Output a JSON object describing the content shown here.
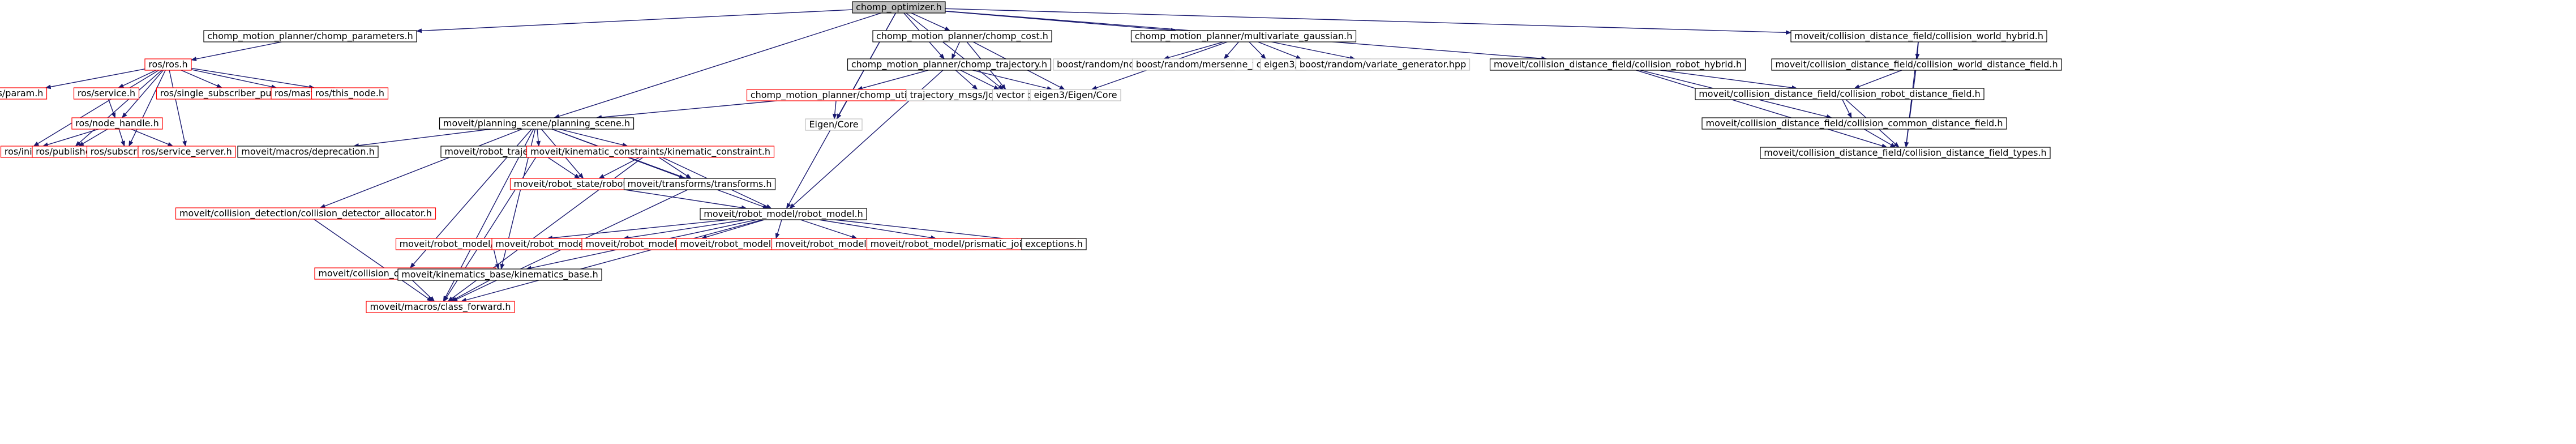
{
  "colors": {
    "edge": "#191970",
    "root_fill": "#bfbfbf",
    "normal_border": "#000000",
    "missing_border": "#ff0000",
    "external_border": "#bfbfbf",
    "text": "#000000"
  },
  "graph": {
    "nodes": [
      {
        "id": "root",
        "label": "chomp_optimizer.h",
        "style": "root"
      },
      {
        "id": "params",
        "label": "chomp_motion_planner/chomp_parameters.h",
        "style": "normal"
      },
      {
        "id": "ros",
        "label": "ros/ros.h",
        "style": "missing"
      },
      {
        "id": "param",
        "label": "ros/param.h",
        "style": "missing"
      },
      {
        "id": "service",
        "label": "ros/service.h",
        "style": "missing"
      },
      {
        "id": "nodehandle",
        "label": "ros/node_handle.h",
        "style": "missing"
      },
      {
        "id": "init",
        "label": "ros/init.h",
        "style": "missing"
      },
      {
        "id": "publisher",
        "label": "ros/publisher.h",
        "style": "missing"
      },
      {
        "id": "subscriber",
        "label": "ros/subscriber.h",
        "style": "missing"
      },
      {
        "id": "servicesrv",
        "label": "ros/service_server.h",
        "style": "missing"
      },
      {
        "id": "ssp",
        "label": "ros/single_subscriber_publisher.h",
        "style": "missing"
      },
      {
        "id": "master",
        "label": "ros/master.h",
        "style": "missing"
      },
      {
        "id": "thisnode",
        "label": "ros/this_node.h",
        "style": "missing"
      },
      {
        "id": "cost",
        "label": "chomp_motion_planner/chomp_cost.h",
        "style": "normal"
      },
      {
        "id": "traj",
        "label": "chomp_motion_planner/chomp_trajectory.h",
        "style": "normal"
      },
      {
        "id": "utils",
        "label": "chomp_motion_planner/chomp_utils.h",
        "style": "missing"
      },
      {
        "id": "eigencore1",
        "label": "Eigen/Core",
        "style": "external"
      },
      {
        "id": "jointtraj",
        "label": "trajectory_msgs/JointTrajectory.h",
        "style": "external"
      },
      {
        "id": "vector",
        "label": "vector",
        "style": "external"
      },
      {
        "id": "eigencore2",
        "label": "eigen3/Eigen/Core",
        "style": "external"
      },
      {
        "id": "gauss",
        "label": "chomp_motion_planner/multivariate_gaussian.h",
        "style": "normal"
      },
      {
        "id": "normaldist",
        "label": "boost/random/normal_distribution.hpp",
        "style": "external"
      },
      {
        "id": "mersenne",
        "label": "boost/random/mersenne_twister.hpp",
        "style": "external"
      },
      {
        "id": "cstdlib",
        "label": "cstdlib",
        "style": "external"
      },
      {
        "id": "cholesky",
        "label": "eigen3/Eigen/Cholesky",
        "style": "external"
      },
      {
        "id": "vargen",
        "label": "boost/random/variate_generator.hpp",
        "style": "external"
      },
      {
        "id": "cdfrh",
        "label": "moveit/collision_distance_field/collision_robot_hybrid.h",
        "style": "normal"
      },
      {
        "id": "cdfwh",
        "label": "moveit/collision_distance_field/collision_world_hybrid.h",
        "style": "normal"
      },
      {
        "id": "cdfwdf",
        "label": "moveit/collision_distance_field/collision_world_distance_field.h",
        "style": "normal"
      },
      {
        "id": "cdfrdf",
        "label": "moveit/collision_distance_field/collision_robot_distance_field.h",
        "style": "normal"
      },
      {
        "id": "cdfcdf",
        "label": "moveit/collision_distance_field/collision_common_distance_field.h",
        "style": "normal"
      },
      {
        "id": "cdftypes",
        "label": "moveit/collision_distance_field/collision_distance_field_types.h",
        "style": "normal"
      },
      {
        "id": "pscene",
        "label": "moveit/planning_scene/planning_scene.h",
        "style": "normal"
      },
      {
        "id": "deprec",
        "label": "moveit/macros/deprecation.h",
        "style": "normal"
      },
      {
        "id": "rtraj",
        "label": "moveit/robot_trajectory/robot_trajectory.h",
        "style": "normal"
      },
      {
        "id": "kincon",
        "label": "moveit/kinematic_constraints/kinematic_constraint.h",
        "style": "missing"
      },
      {
        "id": "rstate",
        "label": "moveit/robot_state/robot_state.h",
        "style": "missing"
      },
      {
        "id": "transforms",
        "label": "moveit/transforms/transforms.h",
        "style": "normal"
      },
      {
        "id": "cdalloc",
        "label": "moveit/collision_detection/collision_detector_allocator.h",
        "style": "missing"
      },
      {
        "id": "rmodel",
        "label": "moveit/robot_model/robot_model.h",
        "style": "normal"
      },
      {
        "id": "jmg",
        "label": "moveit/robot_model/joint_model_group.h",
        "style": "missing"
      },
      {
        "id": "fjm",
        "label": "moveit/robot_model/fixed_joint_model.h",
        "style": "missing"
      },
      {
        "id": "flm",
        "label": "moveit/robot_model/floating_joint_model.h",
        "style": "missing"
      },
      {
        "id": "pjm",
        "label": "moveit/robot_model/planar_joint_model.h",
        "style": "missing"
      },
      {
        "id": "rjm",
        "label": "moveit/robot_model/revolute_joint_model.h",
        "style": "missing"
      },
      {
        "id": "prjm",
        "label": "moveit/robot_model/prismatic_joint_model.h",
        "style": "missing"
      },
      {
        "id": "exceptions",
        "label": "exceptions.h",
        "style": "normal"
      },
      {
        "id": "worlddiff",
        "label": "moveit/collision_detection/world_diff.h",
        "style": "missing"
      },
      {
        "id": "kinbase",
        "label": "moveit/kinematics_base/kinematics_base.h",
        "style": "normal"
      },
      {
        "id": "classfwd",
        "label": "moveit/macros/class_forward.h",
        "style": "missing"
      }
    ],
    "edges": [
      [
        "root",
        "params"
      ],
      [
        "root",
        "cost"
      ],
      [
        "root",
        "traj"
      ],
      [
        "root",
        "gauss"
      ],
      [
        "root",
        "cdfrh"
      ],
      [
        "root",
        "cdfwh"
      ],
      [
        "root",
        "pscene"
      ],
      [
        "root",
        "eigencore1"
      ],
      [
        "root",
        "vector"
      ],
      [
        "root",
        "rmodel"
      ],
      [
        "params",
        "ros"
      ],
      [
        "ros",
        "param"
      ],
      [
        "ros",
        "service"
      ],
      [
        "ros",
        "nodehandle"
      ],
      [
        "ros",
        "init"
      ],
      [
        "ros",
        "publisher"
      ],
      [
        "ros",
        "subscriber"
      ],
      [
        "ros",
        "servicesrv"
      ],
      [
        "ros",
        "ssp"
      ],
      [
        "ros",
        "master"
      ],
      [
        "ros",
        "thisnode"
      ],
      [
        "service",
        "nodehandle"
      ],
      [
        "nodehandle",
        "init"
      ],
      [
        "nodehandle",
        "publisher"
      ],
      [
        "nodehandle",
        "subscriber"
      ],
      [
        "nodehandle",
        "servicesrv"
      ],
      [
        "cost",
        "traj"
      ],
      [
        "cost",
        "vector"
      ],
      [
        "cost",
        "eigencore2"
      ],
      [
        "traj",
        "utils"
      ],
      [
        "traj",
        "jointtraj"
      ],
      [
        "traj",
        "vector"
      ],
      [
        "traj",
        "eigencore2"
      ],
      [
        "traj",
        "rmodel"
      ],
      [
        "utils",
        "pscene"
      ],
      [
        "utils",
        "eigencore1"
      ],
      [
        "gauss",
        "eigencore2"
      ],
      [
        "gauss",
        "normaldist"
      ],
      [
        "gauss",
        "mersenne"
      ],
      [
        "gauss",
        "cstdlib"
      ],
      [
        "gauss",
        "cholesky"
      ],
      [
        "gauss",
        "vargen"
      ],
      [
        "cdfrh",
        "cdfrdf"
      ],
      [
        "cdfrh",
        "cdfcdf"
      ],
      [
        "cdfrh",
        "cdftypes"
      ],
      [
        "cdfwh",
        "cdfwdf"
      ],
      [
        "cdfwh",
        "cdftypes"
      ],
      [
        "cdfwdf",
        "cdfrdf"
      ],
      [
        "cdfwdf",
        "cdftypes"
      ],
      [
        "cdfrdf",
        "cdfcdf"
      ],
      [
        "cdfrdf",
        "cdftypes"
      ],
      [
        "cdfcdf",
        "cdftypes"
      ],
      [
        "pscene",
        "deprec"
      ],
      [
        "pscene",
        "rtraj"
      ],
      [
        "pscene",
        "kincon"
      ],
      [
        "pscene",
        "rstate"
      ],
      [
        "pscene",
        "transforms"
      ],
      [
        "pscene",
        "cdalloc"
      ],
      [
        "pscene",
        "worlddiff"
      ],
      [
        "pscene",
        "kinbase"
      ],
      [
        "pscene",
        "rmodel"
      ],
      [
        "pscene",
        "classfwd"
      ],
      [
        "rtraj",
        "rstate"
      ],
      [
        "rtraj",
        "classfwd"
      ],
      [
        "kincon",
        "rstate"
      ],
      [
        "kincon",
        "transforms"
      ],
      [
        "kincon",
        "rmodel"
      ],
      [
        "kincon",
        "classfwd"
      ],
      [
        "rstate",
        "rmodel"
      ],
      [
        "transforms",
        "classfwd"
      ],
      [
        "cdalloc",
        "classfwd"
      ],
      [
        "rmodel",
        "jmg"
      ],
      [
        "rmodel",
        "fjm"
      ],
      [
        "rmodel",
        "flm"
      ],
      [
        "rmodel",
        "pjm"
      ],
      [
        "rmodel",
        "rjm"
      ],
      [
        "rmodel",
        "prjm"
      ],
      [
        "rmodel",
        "exceptions"
      ],
      [
        "rmodel",
        "kinbase"
      ],
      [
        "rmodel",
        "classfwd"
      ],
      [
        "jmg",
        "kinbase"
      ],
      [
        "worlddiff",
        "classfwd"
      ],
      [
        "kinbase",
        "classfwd"
      ]
    ]
  }
}
